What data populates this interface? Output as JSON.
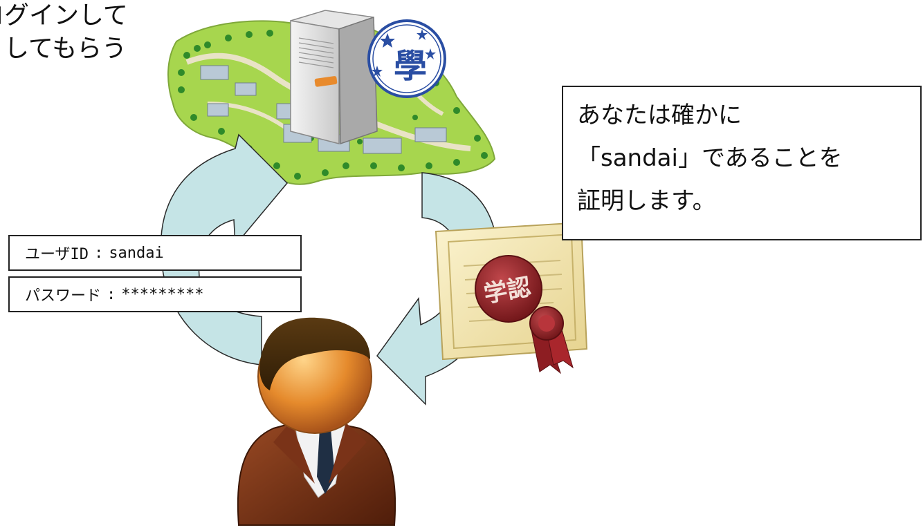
{
  "title": {
    "line1": "ログインして",
    "line2": "してもらう"
  },
  "callout": {
    "line1": "あなたは確かに",
    "line2": "「sandai」であることを",
    "line3": "証明します。"
  },
  "login_form": {
    "userid_label": "ユーザID",
    "separator": ":",
    "userid_value": "sandai",
    "password_label": "パスワード",
    "password_value": "*********"
  },
  "seal": {
    "text": "學",
    "badge_text": "学認"
  },
  "colors": {
    "arrow_fill": "#c5e4e6",
    "arrow_stroke": "#2a2a2a",
    "campus_green": "#9fd24a",
    "certificate_paper": "#f3e7b4",
    "seal_red": "#8d1d22",
    "seal_blue": "#2a4ea3",
    "suit_brown": "#6e2e16"
  }
}
